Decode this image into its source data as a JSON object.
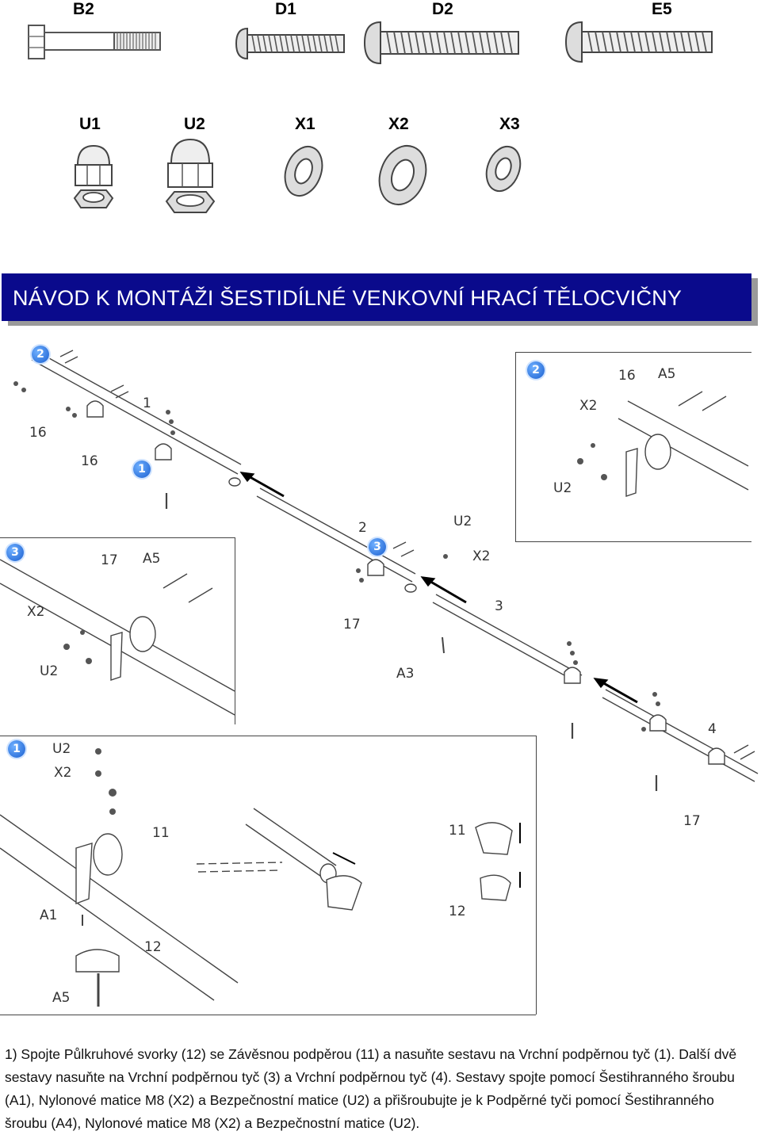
{
  "hardware_top": {
    "labels": [
      "B2",
      "D1",
      "D2",
      "E5"
    ]
  },
  "hardware_mid": {
    "labels": [
      "U1",
      "U2",
      "X1",
      "X2",
      "X3"
    ]
  },
  "banner": {
    "title": "NÁVOD K MONTÁŽI ŠESTIDÍLNÉ VENKOVNÍ HRACÍ TĚLOCVIČNY"
  },
  "diagram": {
    "badges": [
      "2",
      "1",
      "2",
      "3",
      "3",
      "1"
    ],
    "main_labels": [
      "16",
      "16",
      "1",
      "2",
      "3",
      "4",
      "17",
      "17",
      "U2",
      "X2",
      "A3"
    ],
    "inset_top_right": [
      "16",
      "A5",
      "X2",
      "U2"
    ],
    "inset_left": [
      "17",
      "A5",
      "X2",
      "U2"
    ],
    "inset_bottom": [
      "U2",
      "X2",
      "11",
      "A1",
      "12",
      "A5",
      "11",
      "12"
    ]
  },
  "instructions": {
    "text": "1) Spojte Půlkruhové svorky (12) se Závěsnou podpěrou (11) a nasuňte sestavu na Vrchní podpěrnou tyč (1). Další dvě sestavy nasuňte na Vrchní podpěrnou tyč (3) a Vrchní podpěrnou tyč (4). Sestavy spojte pomocí Šestihranného šroubu (A1), Nylonové matice M8 (X2) a Bezpečnostní matice (U2) a přišroubujte je k Podpěrné tyči pomocí Šestihranného šroubu (A4), Nylonové matice M8 (X2) a Bezpečnostní matice (U2)."
  }
}
